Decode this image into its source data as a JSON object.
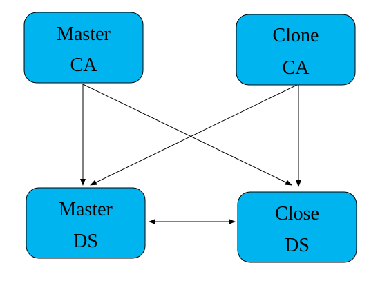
{
  "diagram": {
    "nodes": {
      "master_ca": {
        "line1": "Master",
        "line2": "CA"
      },
      "clone_ca": {
        "line1": "Clone",
        "line2": "CA"
      },
      "master_ds": {
        "line1": "Master",
        "line2": "DS"
      },
      "clone_ds": {
        "line1": "Close",
        "line2": "DS"
      }
    },
    "edges": [
      {
        "from": "master_ca",
        "to": "master_ds",
        "direction": "forward"
      },
      {
        "from": "master_ca",
        "to": "clone_ds",
        "direction": "forward"
      },
      {
        "from": "clone_ca",
        "to": "master_ds",
        "direction": "forward"
      },
      {
        "from": "clone_ca",
        "to": "clone_ds",
        "direction": "forward"
      },
      {
        "from": "master_ds",
        "to": "clone_ds",
        "direction": "both"
      }
    ],
    "colors": {
      "node_fill": "#00b4f0",
      "node_stroke": "#000000",
      "edge": "#000000",
      "text": "#000000"
    }
  }
}
